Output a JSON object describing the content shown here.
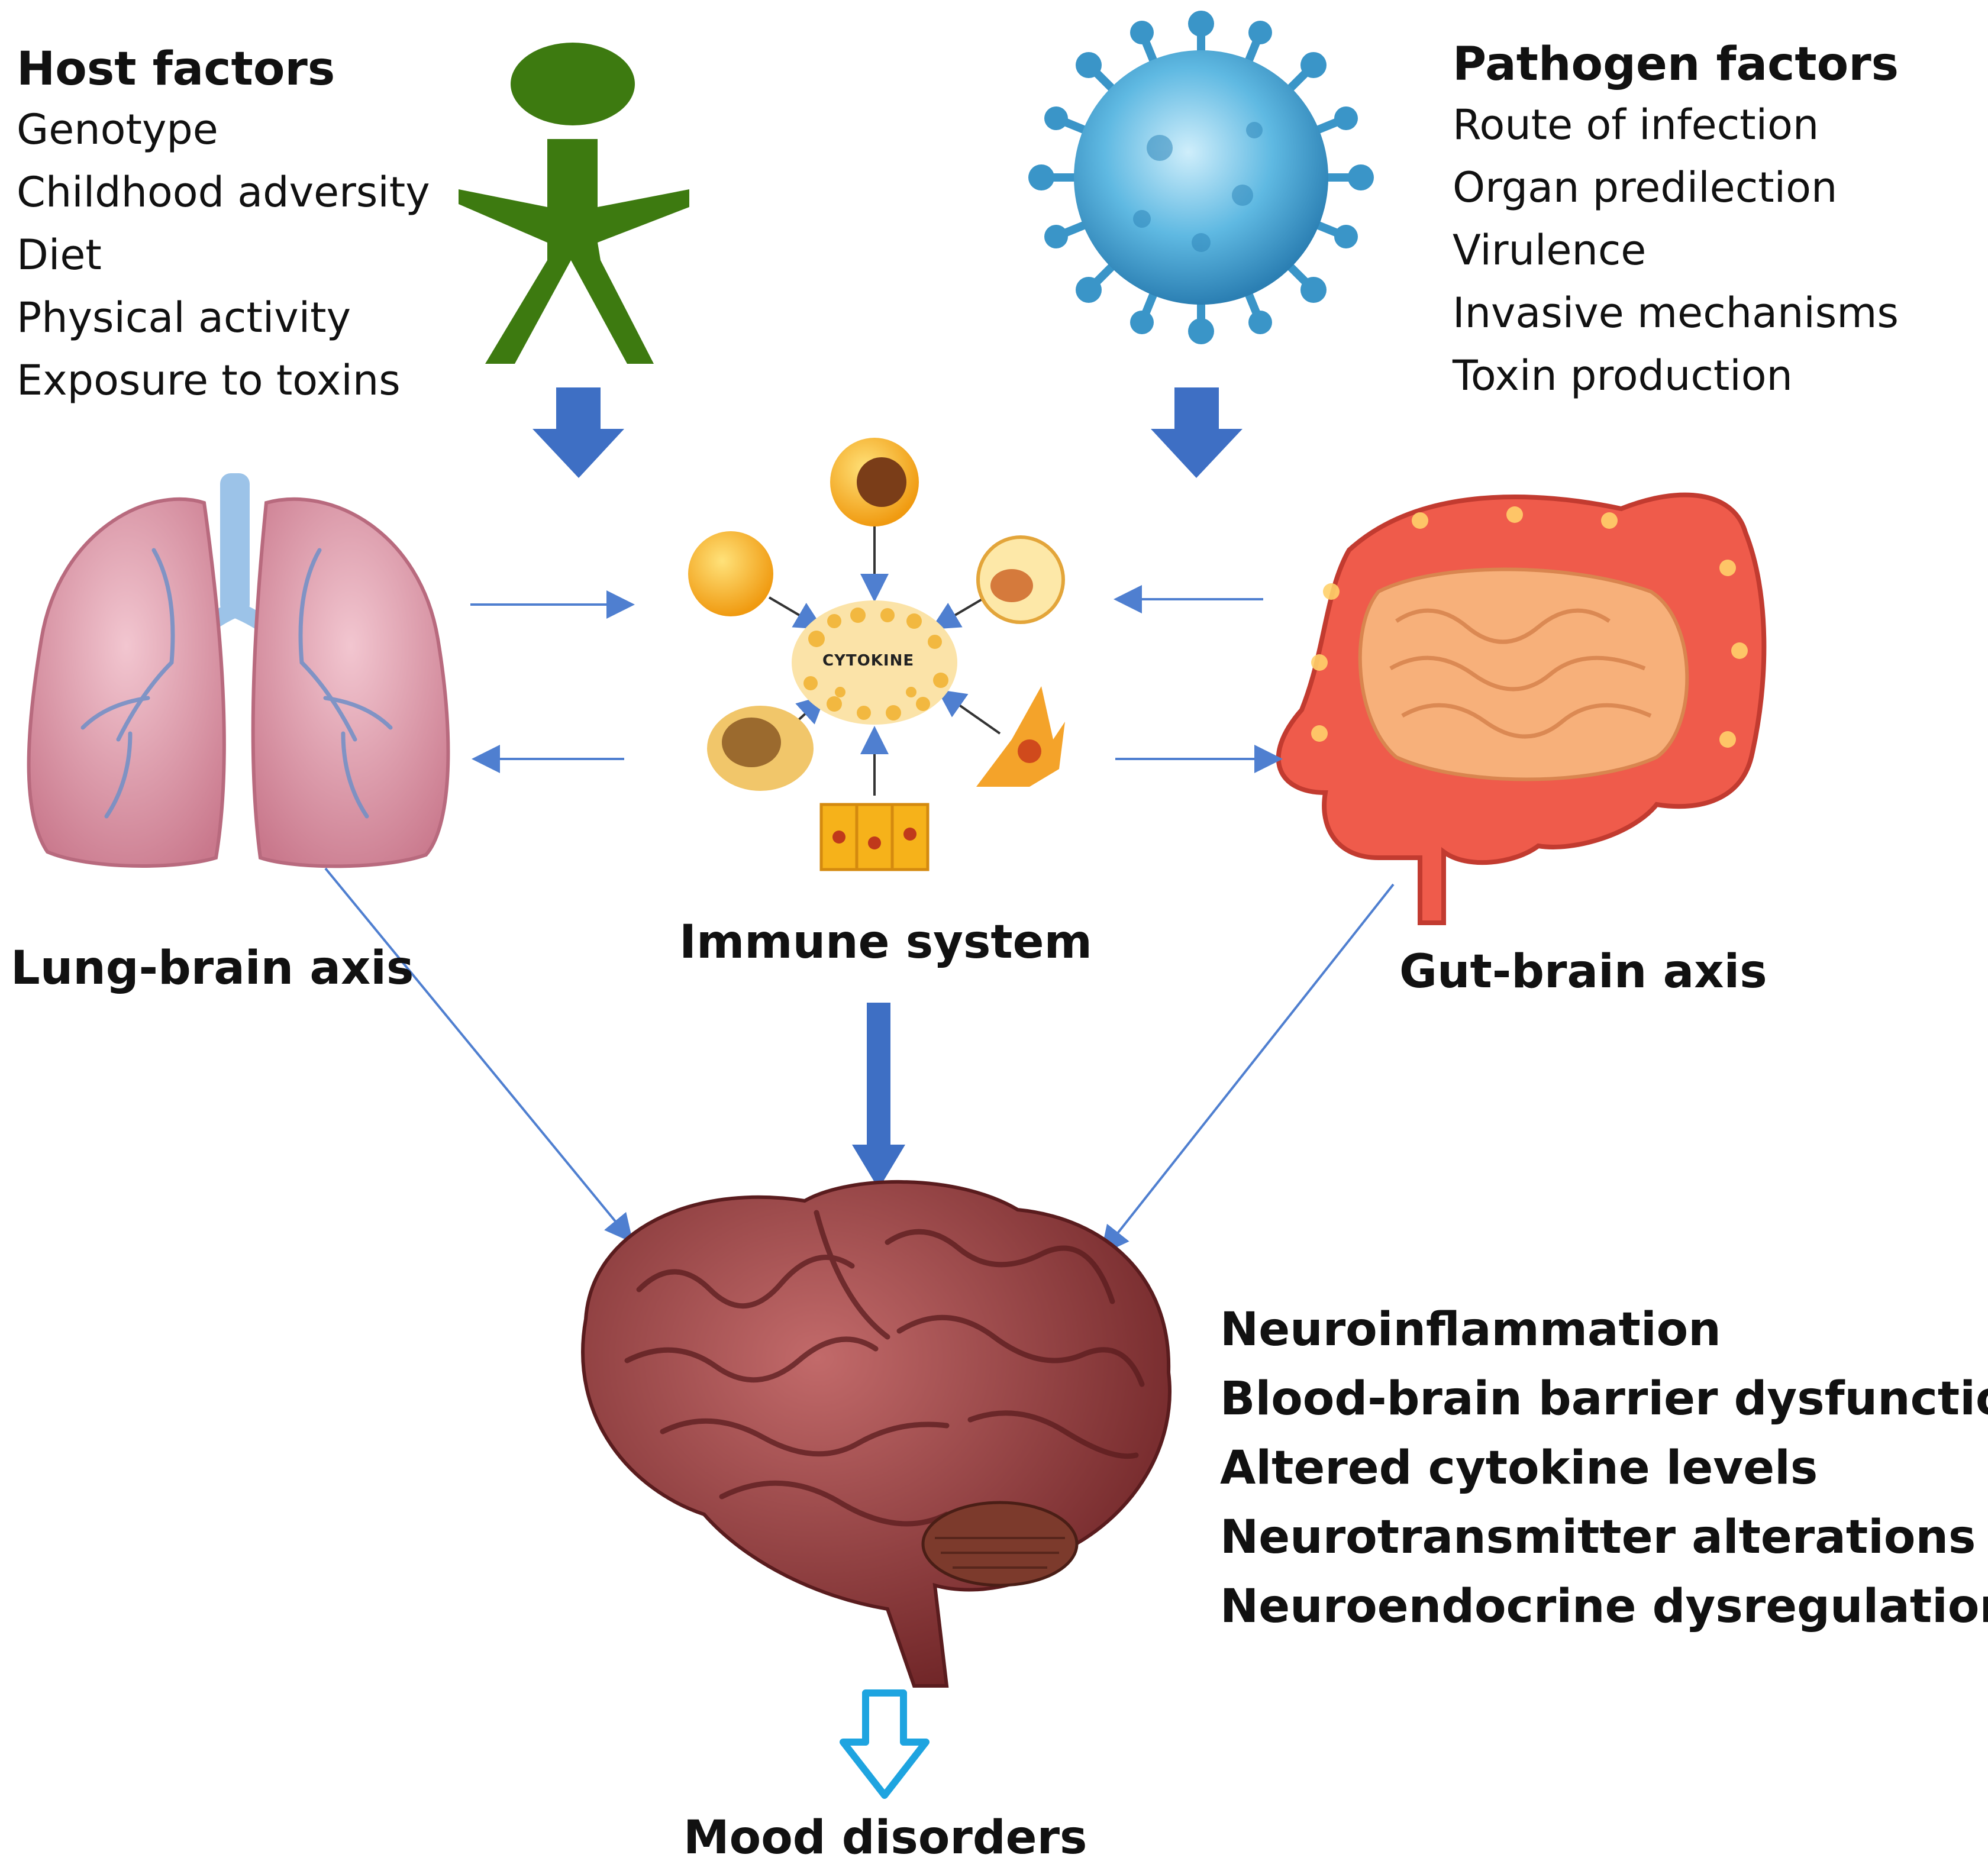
{
  "host": {
    "title": "Host factors",
    "items": [
      "Genotype",
      "Childhood adversity",
      "Diet",
      "Physical activity",
      "Exposure to toxins"
    ]
  },
  "pathogen": {
    "title": "Pathogen factors",
    "items": [
      "Route of infection",
      "Organ predilection",
      "Virulence",
      "Invasive mechanisms",
      "Toxin production"
    ]
  },
  "cytokine_label": "CYTOKINE",
  "labels": {
    "lung": "Lung-brain axis",
    "immune": "Immune system",
    "gut": "Gut-brain axis",
    "outcome": "Mood disorders"
  },
  "effects": [
    "Neuroinflammation",
    "Blood-brain barrier dysfunction",
    "Altered cytokine levels",
    "Neurotransmitter alterations",
    "Neuroendocrine dysregulation"
  ],
  "colors": {
    "person": "#3d7a10",
    "block_arrow": "#3e6fc4",
    "thin_arrow": "#4f7fd0",
    "outline_arrow": "#1ea4e0",
    "virus": "#4aa8d8",
    "lung": "#d98fa1",
    "gut": "#ee5545",
    "brain": "#8c3234",
    "cells": "#f6b21a"
  }
}
